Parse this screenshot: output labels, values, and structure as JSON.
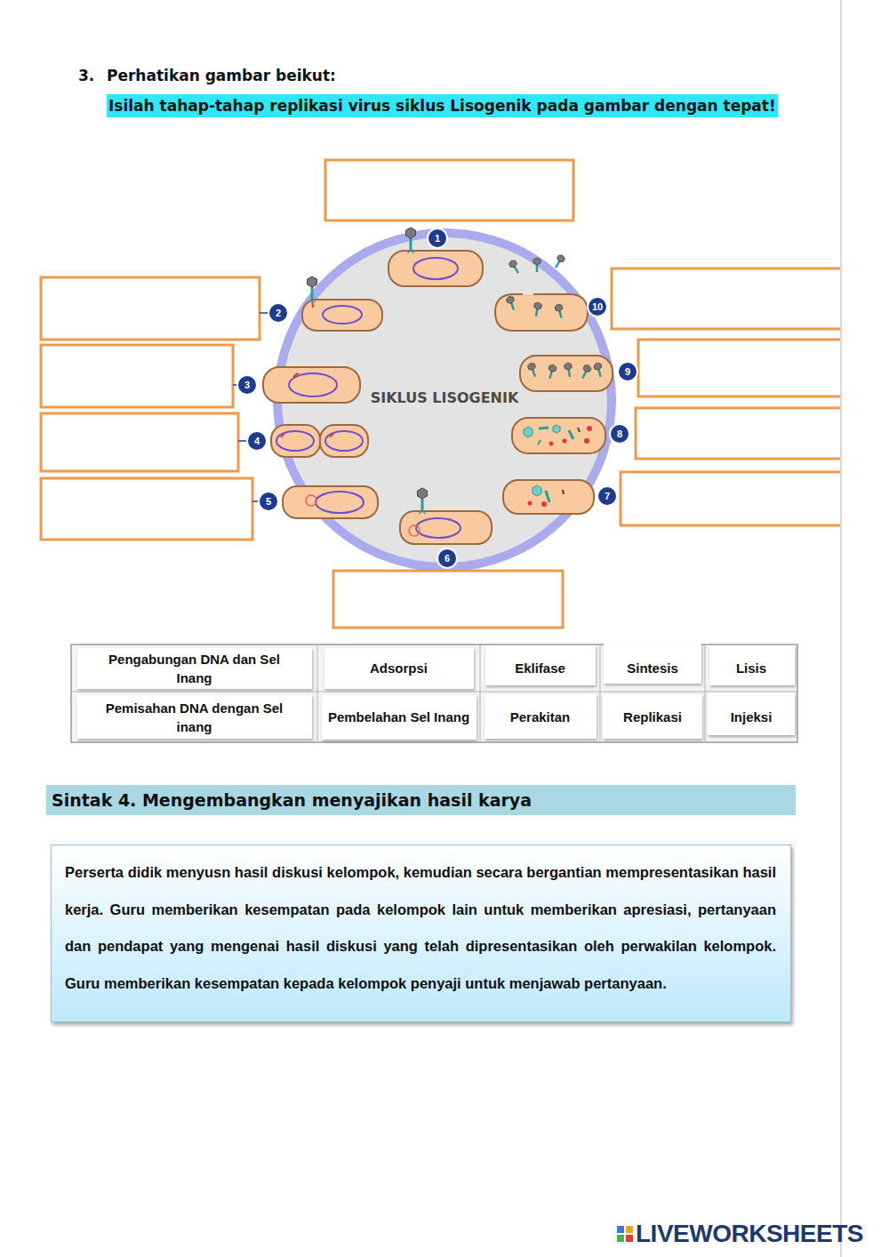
{
  "diagram": {
    "title": "Perhatikan gambar beikut:",
    "nodes": [
      {
        "text": [
          "SIKLUS LISOGENIK"
        ]
      },
      {
        "text": [
          "Sintak 4. Mengembangkan menyajikan hasil karya"
        ]
      },
      {
        "text": [
          "Perserta didik menyusn hasil diskusi kelompok, kemudian secara bergantian mempresentasikan hasil kerja. Guru memberikan kesempatan pada kelompok lain untuk memberikan apresiasi, pertanyaan dan pendapat yang mengenai hasil diskusi yang telah dipresentasikan oleh perwakilan kelompok. Guru memberikan kesempatan kepada kelompok penyaji untuk menjawab pertanyaan."
        ]
      }
    ],
    "labels": [
      "3.",
      "Isilah tahap-tahap replikasi virus siklus Lisogenik pada gambar dengan tepat!",
      "1",
      "2",
      "3",
      "4",
      "5",
      "6",
      "7",
      "8",
      "9",
      "10",
      "Pengabungan DNA dan Sel Inang",
      "Adsorpsi",
      "Eklifase",
      "Sintesis",
      "Lisis",
      "Pemisahan DNA dengan Sel inang",
      "Pembelahan Sel Inang",
      "Perakitan",
      "Replikasi",
      "Injeksi",
      "LIVEWORKSHEETS"
    ]
  }
}
